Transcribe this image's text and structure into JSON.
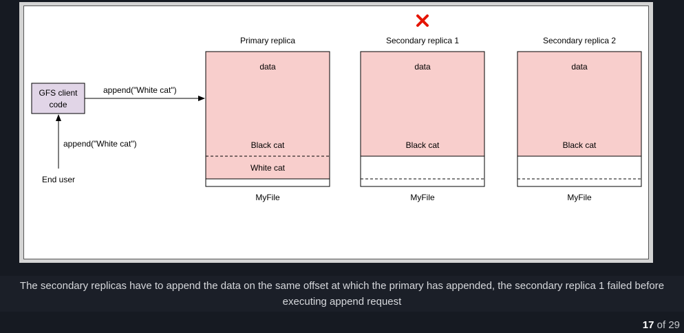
{
  "diagram": {
    "client_box_label": [
      "GFS client",
      "code"
    ],
    "end_user_label": "End user",
    "arrow_user_to_client_label": "append(\"White cat\")",
    "arrow_client_to_primary_label": "append(\"White cat\")",
    "failure_marker": "✕",
    "replicas": [
      {
        "title": "Primary replica",
        "data_label": "data",
        "existing_record": "Black cat",
        "appended_record": "White cat",
        "file_label": "MyFile",
        "failed": false
      },
      {
        "title": "Secondary replica  1",
        "data_label": "data",
        "existing_record": "Black cat",
        "appended_record": "",
        "file_label": "MyFile",
        "failed": true
      },
      {
        "title": "Secondary replica  2",
        "data_label": "data",
        "existing_record": "Black cat",
        "appended_record": "",
        "file_label": "MyFile",
        "failed": false
      }
    ],
    "colors": {
      "data_fill": "#f8cecc",
      "client_fill": "#e1d5e7",
      "failure_color": "#e51400",
      "stroke": "#000000"
    }
  },
  "caption": "The secondary replicas have to append the data on the same offset at which the primary has appended, the secondary replica 1 failed before executing append request",
  "pager": {
    "current": "17",
    "of_label": "of",
    "total": "29"
  }
}
